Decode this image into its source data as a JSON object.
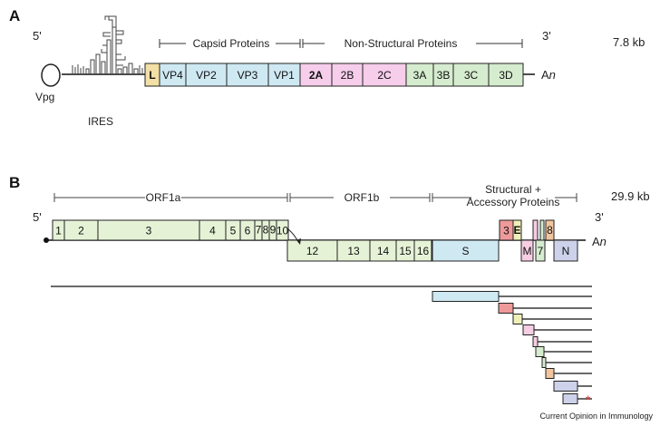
{
  "colors": {
    "leader": "#f3e0a6",
    "capsid": "#cfe9f3",
    "nsp2": "#f6cdea",
    "nsp3": "#d6eccf",
    "orf": "#e6f2d6",
    "spike": "#cfe9f3",
    "envelope": "#efefb8",
    "membrane": "#f6cde2",
    "orf3": "#ef9a9a",
    "orf7": "#d6eccf",
    "orf8": "#f1c69e",
    "nucleocapsid": "#cdd2ea",
    "accent_star": "#e03030"
  },
  "panel_a": {
    "label": "A",
    "five_prime": "5'",
    "three_prime": "3'",
    "size": "7.8 kb",
    "vpg": "Vpg",
    "ires": "IRES",
    "poly_a": "A",
    "poly_a_n": "n",
    "capsid_bracket": "Capsid Proteins",
    "nonstructural_bracket": "Non-Structural Proteins",
    "segments": [
      "L",
      "VP4",
      "VP2",
      "VP3",
      "VP1",
      "2A",
      "2B",
      "2C",
      "3A",
      "3B",
      "3C",
      "3D"
    ]
  },
  "panel_b": {
    "label": "B",
    "five_prime": "5'",
    "three_prime": "3'",
    "size": "29.9 kb",
    "poly_a": "A",
    "poly_a_n": "n",
    "orf1a_bracket": "ORF1a",
    "orf1b_bracket": "ORF1b",
    "structural_bracket_line1": "Structural +",
    "structural_bracket_line2": "Accessory Proteins",
    "orf1a_segments": [
      "1",
      "2",
      "3",
      "4",
      "5",
      "6",
      "7",
      "8",
      "9",
      "10"
    ],
    "orf1b_segments": [
      "12",
      "13",
      "14",
      "15",
      "16"
    ],
    "structural_segments": [
      "S",
      "3",
      "E",
      "M",
      "7",
      "8",
      "N"
    ]
  },
  "subgenomic": {
    "star": "*"
  },
  "credit": "Current Opinion in Immunology"
}
